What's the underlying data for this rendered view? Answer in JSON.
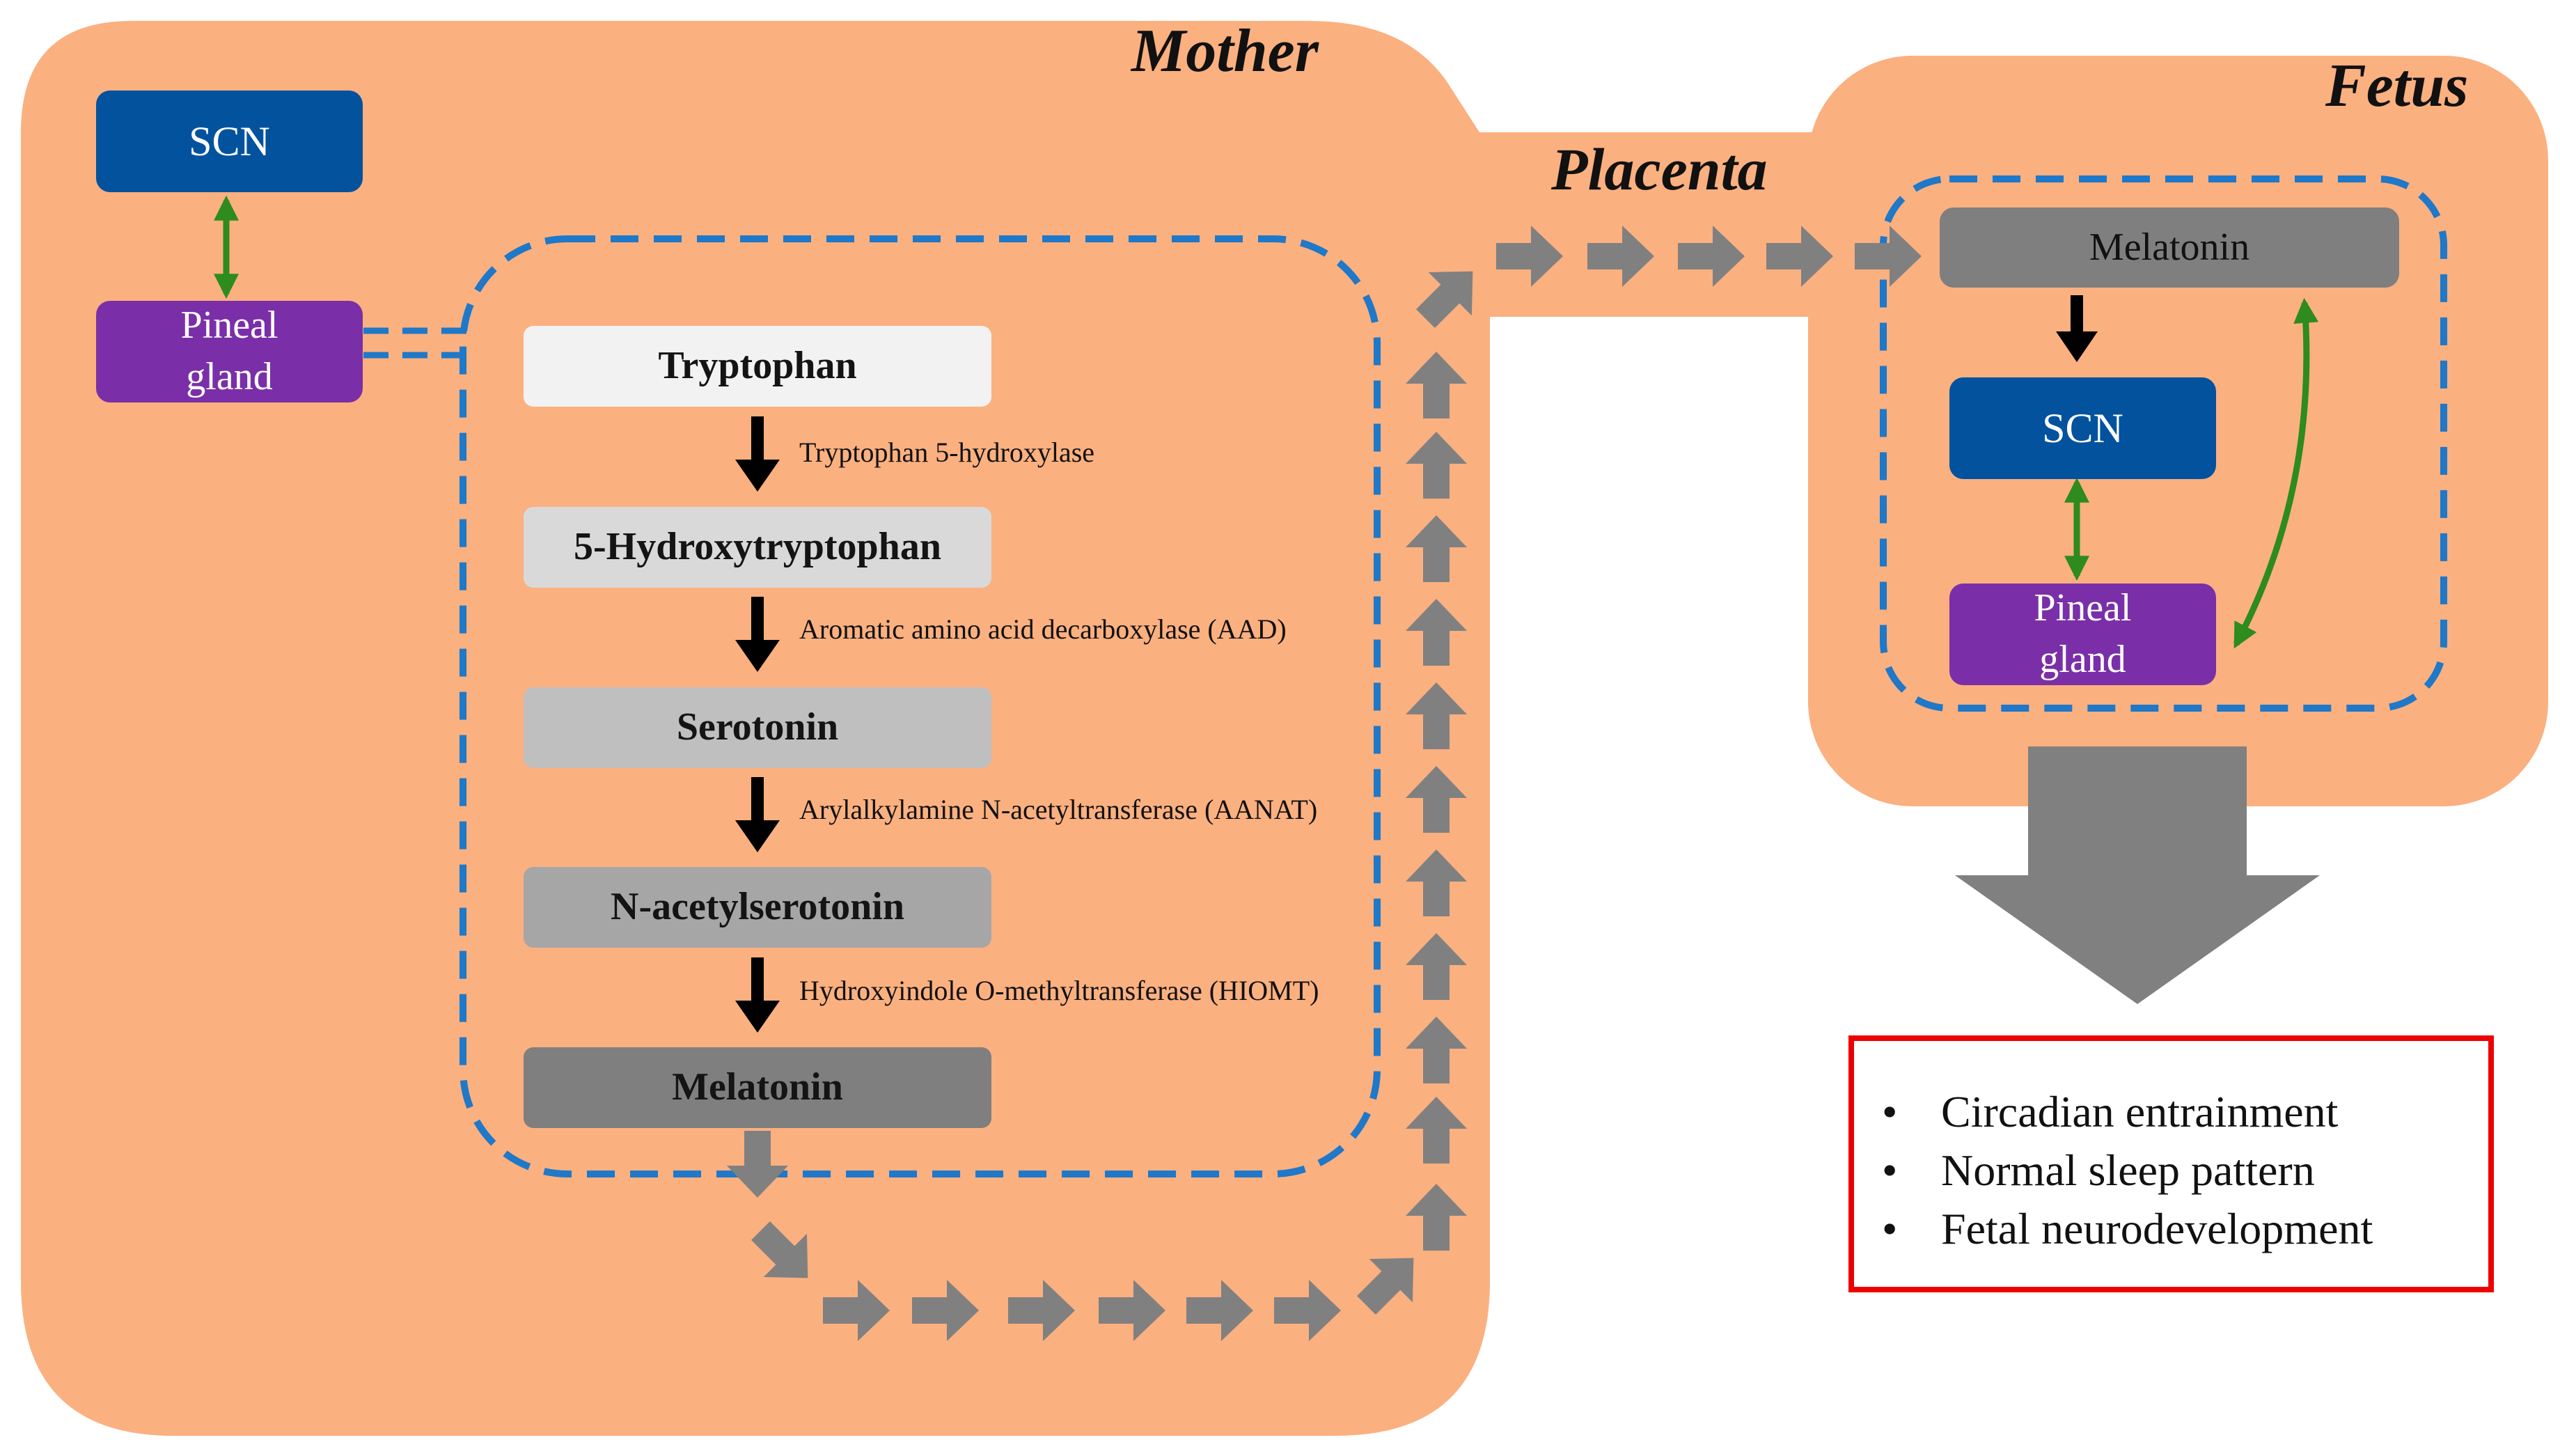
{
  "regions": {
    "mother": "Mother",
    "placenta": "Placenta",
    "fetus": "Fetus"
  },
  "mother": {
    "scn": "SCN",
    "pineal": [
      "Pineal",
      "gland"
    ],
    "pathway": [
      {
        "compound": "Tryptophan",
        "enzyme": "Tryptophan 5-hydroxylase"
      },
      {
        "compound": "5-Hydroxytryptophan",
        "enzyme": "Aromatic amino acid decarboxylase (AAD)"
      },
      {
        "compound": "Serotonin",
        "enzyme": "Arylalkylamine N-acetyltransferase (AANAT)"
      },
      {
        "compound": "N-acetylserotonin",
        "enzyme": "Hydroxyindole O-methyltransferase (HIOMT)"
      },
      {
        "compound": "Melatonin",
        "enzyme": ""
      }
    ]
  },
  "fetus": {
    "melatonin": "Melatonin",
    "scn": "SCN",
    "pineal": [
      "Pineal",
      "gland"
    ]
  },
  "outcomes": {
    "bullet": "•",
    "items": [
      "Circadian entrainment",
      "Normal sleep pattern",
      "Fetal neurodevelopment"
    ]
  },
  "colors": {
    "region_fill": "#fbb080",
    "scn_blue": "#02529e",
    "pineal_purple": "#7a2fa8",
    "dashed_outline": "#1f78c8",
    "flow_arrow_gray": "#808080",
    "bidirectional_green": "#2e8b1e",
    "outcome_border": "#ee0000",
    "step_shades": [
      "#f2f2f2",
      "#d9d9d9",
      "#bfbfbf",
      "#a6a6a6",
      "#7f7f7f"
    ]
  },
  "icons": {
    "step_arrow": "down-arrow-icon",
    "flow_arrow": "chevron-arrow-icon",
    "link_arrow": "double-headed-arrow-icon"
  }
}
